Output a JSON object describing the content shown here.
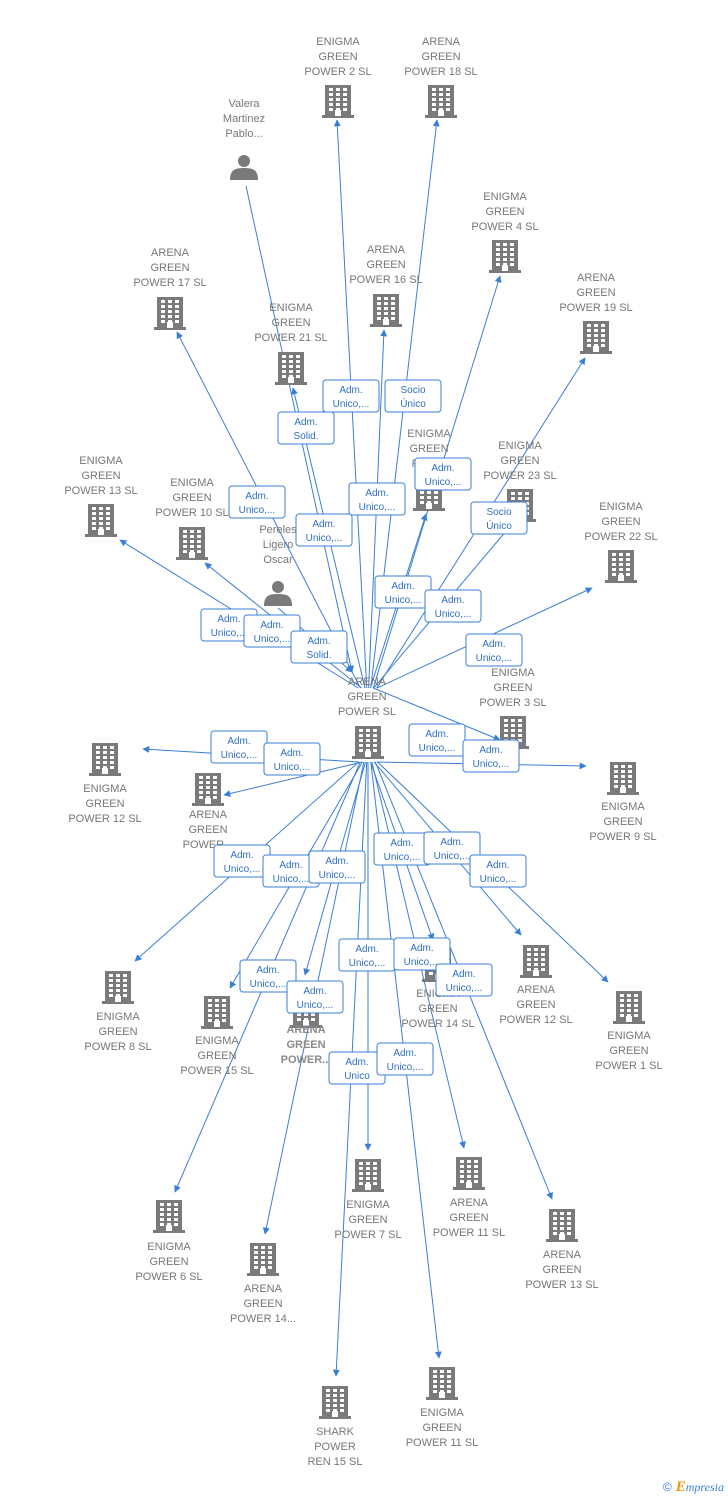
{
  "colors": {
    "edge": "#3a7fd5",
    "node": "#777777",
    "box_text": "#2f6fc4",
    "brand_accent": "#f29400"
  },
  "center": {
    "label": [
      "ARENA",
      "GREEN",
      "POWER  SL"
    ],
    "icon": "building-icon"
  },
  "nodes": [
    {
      "id": "n1",
      "label": [
        "ENIGMA",
        "GREEN",
        "POWER 2  SL"
      ],
      "icon": "building-icon"
    },
    {
      "id": "n2",
      "label": [
        "ARENA",
        "GREEN",
        "POWER 18  SL"
      ],
      "icon": "building-icon"
    },
    {
      "id": "n3",
      "label": [
        "Valera",
        "Martinez",
        "Pablo..."
      ],
      "icon": "person-icon"
    },
    {
      "id": "n4",
      "label": [
        "ENIGMA",
        "GREEN",
        "POWER 4  SL"
      ],
      "icon": "building-icon"
    },
    {
      "id": "n5",
      "label": [
        "ARENA",
        "GREEN",
        "POWER 17  SL"
      ],
      "icon": "building-icon"
    },
    {
      "id": "n6",
      "label": [
        "ARENA",
        "GREEN",
        "POWER 16  SL"
      ],
      "icon": "building-icon"
    },
    {
      "id": "n7",
      "label": [
        "ARENA",
        "GREEN",
        "POWER 19  SL"
      ],
      "icon": "building-icon"
    },
    {
      "id": "n8",
      "label": [
        "ENIGMA",
        "GREEN",
        "POWER 21  SL"
      ],
      "icon": "building-icon"
    },
    {
      "id": "n9",
      "label": [
        "ENIGMA",
        "GREEN",
        "POW..."
      ],
      "icon": "building-icon"
    },
    {
      "id": "n10",
      "label": [
        "ENIGMA",
        "GREEN",
        "POWER 23  SL"
      ],
      "icon": "building-icon"
    },
    {
      "id": "n11",
      "label": [
        "ENIGMA",
        "GREEN",
        "POWER 13  SL"
      ],
      "icon": "building-icon"
    },
    {
      "id": "n12",
      "label": [
        "ENIGMA",
        "GREEN",
        "POWER 10  SL"
      ],
      "icon": "building-icon"
    },
    {
      "id": "n13",
      "label": [
        "Pereles",
        "Ligero",
        "Oscar"
      ],
      "icon": "person-icon"
    },
    {
      "id": "n14",
      "label": [
        "ENIGMA",
        "GREEN",
        "POWER 22  SL"
      ],
      "icon": "building-icon"
    },
    {
      "id": "n15",
      "label": [
        "ENIGMA",
        "GREEN",
        "POWER 3  SL"
      ],
      "icon": "building-icon"
    },
    {
      "id": "n16",
      "label": [
        "ENIGMA",
        "GREEN",
        "POWER 12  SL"
      ],
      "icon": "building-icon"
    },
    {
      "id": "n17",
      "label": [
        "ARENA",
        "GREEN",
        "POWER..."
      ],
      "icon": "building-icon"
    },
    {
      "id": "n18",
      "label": [
        "ENIGMA",
        "GREEN",
        "POWER 9  SL"
      ],
      "icon": "building-icon"
    },
    {
      "id": "n19",
      "label": [
        "ENIGMA",
        "GREEN",
        "POWER 8  SL"
      ],
      "icon": "building-icon"
    },
    {
      "id": "n20",
      "label": [
        "ENIGMA",
        "GREEN",
        "POWER 15  SL"
      ],
      "icon": "building-icon"
    },
    {
      "id": "n21",
      "label": [
        "ARENA",
        "GREEN",
        "POWER..."
      ],
      "icon": "building-icon",
      "bold": true
    },
    {
      "id": "n22",
      "label": [
        "ENIGMA",
        "GREEN",
        "POWER 14  SL"
      ],
      "icon": "building-icon"
    },
    {
      "id": "n23",
      "label": [
        "ARENA",
        "GREEN",
        "POWER 12  SL"
      ],
      "icon": "building-icon"
    },
    {
      "id": "n24",
      "label": [
        "ENIGMA",
        "GREEN",
        "POWER 1  SL"
      ],
      "icon": "building-icon"
    },
    {
      "id": "n25",
      "label": [
        "ENIGMA",
        "GREEN",
        "POWER 6  SL"
      ],
      "icon": "building-icon"
    },
    {
      "id": "n26",
      "label": [
        "ARENA",
        "GREEN",
        "POWER 14..."
      ],
      "icon": "building-icon"
    },
    {
      "id": "n27",
      "label": [
        "ENIGMA",
        "GREEN",
        "POWER 7  SL"
      ],
      "icon": "building-icon"
    },
    {
      "id": "n28",
      "label": [
        "ARENA",
        "GREEN",
        "POWER 11  SL"
      ],
      "icon": "building-icon"
    },
    {
      "id": "n29",
      "label": [
        "ARENA",
        "GREEN",
        "POWER 13  SL"
      ],
      "icon": "building-icon"
    },
    {
      "id": "n30",
      "label": [
        "SHARK",
        "POWER",
        "REN 15  SL"
      ],
      "icon": "building-icon"
    },
    {
      "id": "n31",
      "label": [
        "ENIGMA",
        "GREEN",
        "POWER 11  SL"
      ],
      "icon": "building-icon"
    }
  ],
  "relation_labels": [
    {
      "id": "r1",
      "text": [
        "Adm.",
        "Unico,..."
      ]
    },
    {
      "id": "r2",
      "text": [
        "Socio",
        "Único"
      ]
    },
    {
      "id": "r3",
      "text": [
        "Adm.",
        "Solid."
      ]
    },
    {
      "id": "r4",
      "text": [
        "Adm.",
        "Unico,..."
      ]
    },
    {
      "id": "r5",
      "text": [
        "Adm.",
        "Unico,..."
      ]
    },
    {
      "id": "r6",
      "text": [
        "Adm.",
        "Unico,..."
      ]
    },
    {
      "id": "r7",
      "text": [
        "Adm.",
        "Unico,..."
      ]
    },
    {
      "id": "r8",
      "text": [
        "Socio",
        "Único"
      ]
    },
    {
      "id": "r9",
      "text": [
        "Adm.",
        "Unico,..."
      ]
    },
    {
      "id": "r10",
      "text": [
        "Adm.",
        "Unico,..."
      ]
    },
    {
      "id": "r11",
      "text": [
        "Adm.",
        "Unico,..."
      ]
    },
    {
      "id": "r12",
      "text": [
        "Adm.",
        "Unico,..."
      ]
    },
    {
      "id": "r13",
      "text": [
        "Adm.",
        "Unico,..."
      ]
    },
    {
      "id": "r14",
      "text": [
        "Adm.",
        "Solid."
      ]
    },
    {
      "id": "r15",
      "text": [
        "Adm.",
        "Unico,..."
      ]
    },
    {
      "id": "r16",
      "text": [
        "Adm.",
        "Unico,..."
      ]
    },
    {
      "id": "r17",
      "text": [
        "Adm.",
        "Unico,..."
      ]
    },
    {
      "id": "r18",
      "text": [
        "Adm.",
        "Unico,..."
      ]
    },
    {
      "id": "r19",
      "text": [
        "Adm.",
        "Unico,..."
      ]
    },
    {
      "id": "r20",
      "text": [
        "Adm.",
        "Unico,..."
      ]
    },
    {
      "id": "r21",
      "text": [
        "Adm.",
        "Unico,..."
      ]
    },
    {
      "id": "r22",
      "text": [
        "Adm.",
        "Unico,..."
      ]
    },
    {
      "id": "r23",
      "text": [
        "Adm.",
        "Unico,..."
      ]
    },
    {
      "id": "r24",
      "text": [
        "Adm.",
        "Unico,..."
      ]
    },
    {
      "id": "r25",
      "text": [
        "Adm.",
        "Unico,..."
      ]
    },
    {
      "id": "r26",
      "text": [
        "Adm.",
        "Unico,..."
      ]
    },
    {
      "id": "r27",
      "text": [
        "Adm.",
        "Unico,..."
      ]
    },
    {
      "id": "r28",
      "text": [
        "Adm.",
        "Unico,..."
      ]
    },
    {
      "id": "r29",
      "text": [
        "Adm.",
        "Unico,..."
      ]
    },
    {
      "id": "r30",
      "text": [
        "Adm.",
        "Unico"
      ]
    },
    {
      "id": "r31",
      "text": [
        "Adm.",
        "Unico,..."
      ]
    }
  ],
  "footer": {
    "copyright": "©",
    "brand_initial": "E",
    "brand_rest": "mpresia"
  }
}
